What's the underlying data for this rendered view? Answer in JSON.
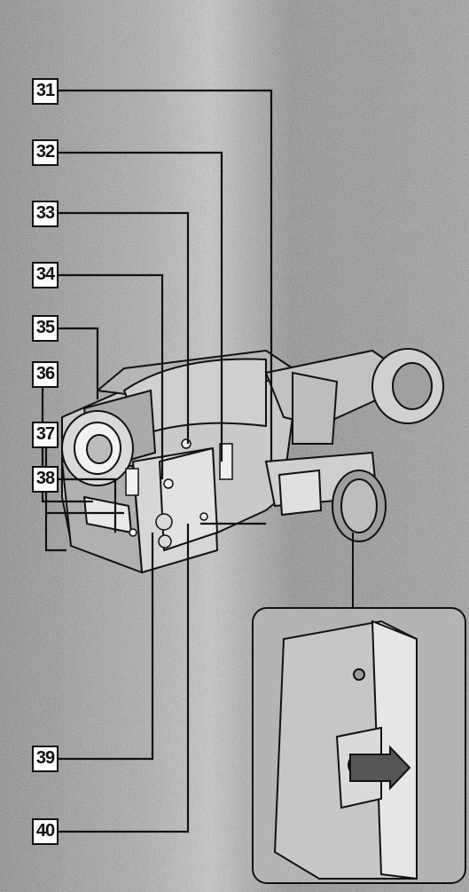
{
  "figure": {
    "labels": [
      "31",
      "32",
      "33",
      "34",
      "35",
      "36",
      "37",
      "38",
      "39",
      "40"
    ]
  },
  "colors": {
    "line": "#111111",
    "label_bg": "#ffffff",
    "background": "#9a9a9a"
  }
}
